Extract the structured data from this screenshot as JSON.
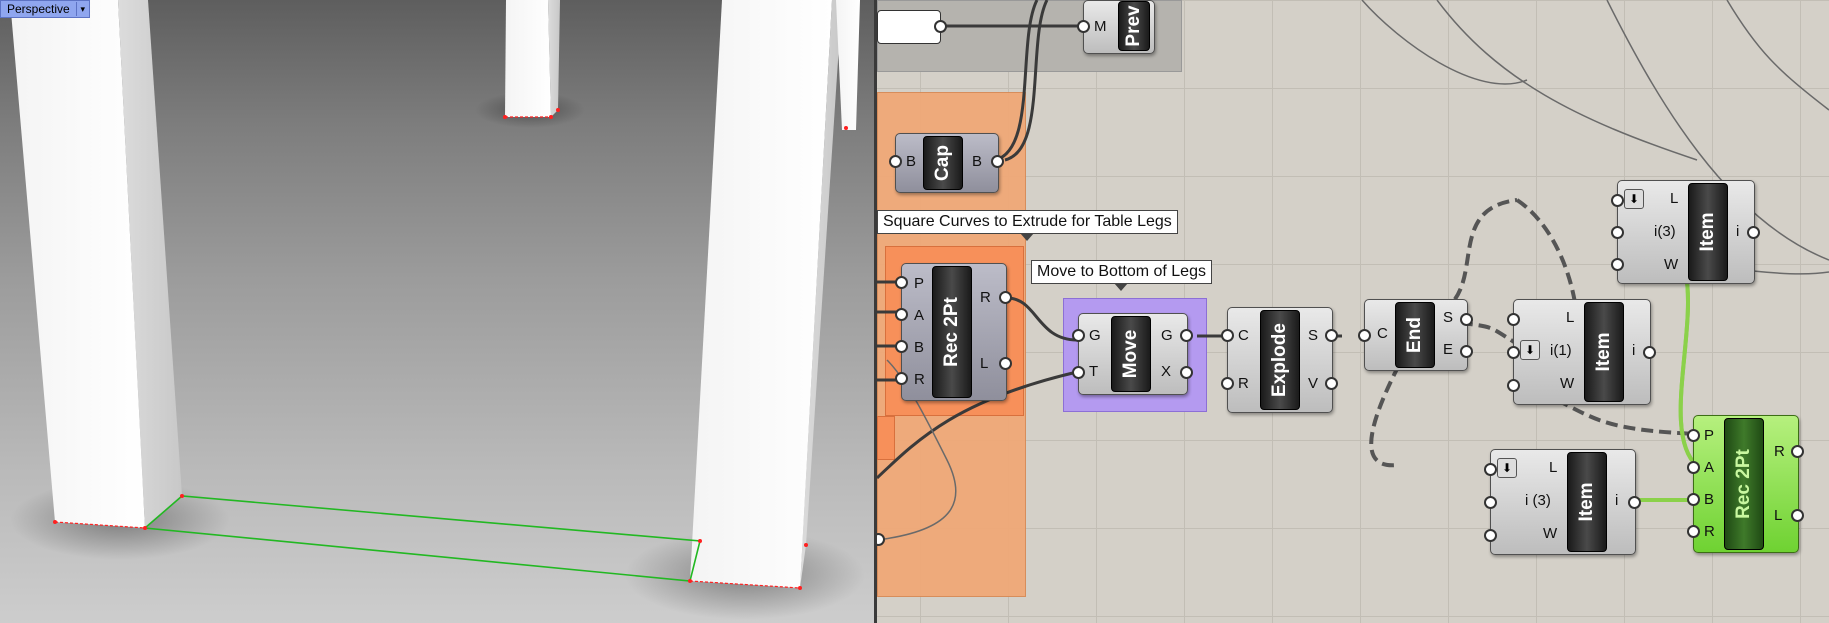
{
  "viewport": {
    "label": "Perspective",
    "dropdown_icon": "triangle-down-icon"
  },
  "canvas": {
    "colors": {
      "canvas_bg": "#d4d0c8",
      "orange_group": "#f0a877",
      "purple_group": "#b49af0",
      "selected_component": "#7dd63a",
      "green_wire": "#8bd14a",
      "profile_curve": "#22b822"
    },
    "tooltips": {
      "square_curves": "Square Curves to Extrude for Table Legs",
      "move_to_bottom": "Move to Bottom of Legs"
    },
    "preview": {
      "input": "M",
      "core": "Prev"
    },
    "cap": {
      "input": "B",
      "core": "Cap",
      "output": "B"
    },
    "rec2pt_a": {
      "inputs": [
        "P",
        "A",
        "B",
        "R"
      ],
      "core": "Rec 2Pt",
      "outputs": [
        "R",
        "L"
      ]
    },
    "move": {
      "inputs": [
        "G",
        "T"
      ],
      "core": "Move",
      "outputs": [
        "G",
        "X"
      ]
    },
    "explode": {
      "inputs": [
        "C",
        "R"
      ],
      "core": "Explode",
      "outputs": [
        "S",
        "V"
      ]
    },
    "end": {
      "input": "C",
      "core": "End",
      "outputs": [
        "S",
        "E"
      ]
    },
    "item_top": {
      "inputs": [
        "L",
        "i(3)",
        "W"
      ],
      "core": "Item",
      "output": "i",
      "flag_icon": "arrow-down-icon"
    },
    "item_mid": {
      "inputs": [
        "L",
        "i(1)",
        "W"
      ],
      "core": "Item",
      "output": "i",
      "flag_icon": "arrow-down-icon"
    },
    "item_bottom": {
      "inputs": [
        "L",
        "i (3)",
        "W"
      ],
      "core": "Item",
      "output": "i",
      "flag_icon": "arrow-down-icon"
    },
    "rec2pt_b": {
      "inputs": [
        "P",
        "A",
        "B",
        "R"
      ],
      "core": "Rec 2Pt",
      "outputs": [
        "R",
        "L"
      ]
    }
  }
}
